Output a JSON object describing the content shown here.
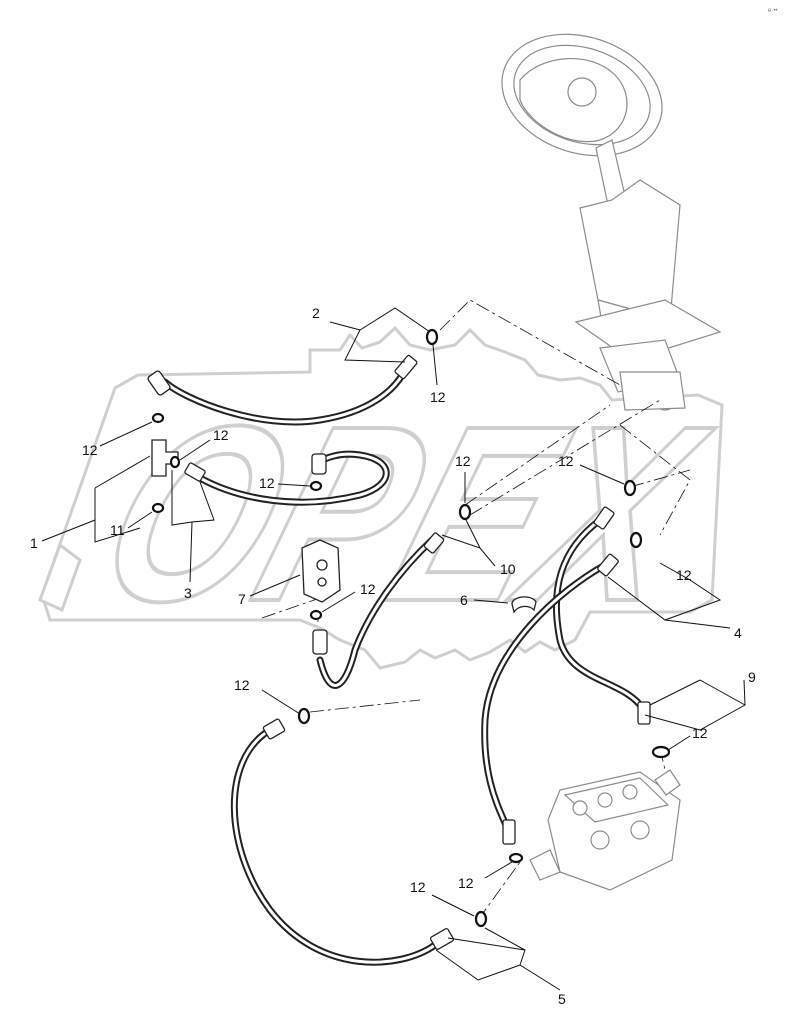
{
  "watermark": {
    "text": "OPEX",
    "color": "#d4d4d4"
  },
  "corner_mark": "e·••",
  "callouts": {
    "c1": "1",
    "c2": "2",
    "c3": "3",
    "c4": "4",
    "c5": "5",
    "c6": "6",
    "c7": "7",
    "c9": "9",
    "c10": "10",
    "c11": "11",
    "c12a": "12",
    "c12b": "12",
    "c12c": "12",
    "c12d": "12",
    "c12e": "12",
    "c12f": "12",
    "c12g": "12",
    "c12h": "12",
    "c12i": "12",
    "c12j": "12",
    "c12k": "12",
    "c12l": "12"
  },
  "colors": {
    "line": "#111111",
    "ghost_outline": "#8c8c8c",
    "watermark": "#d4d4d4"
  }
}
